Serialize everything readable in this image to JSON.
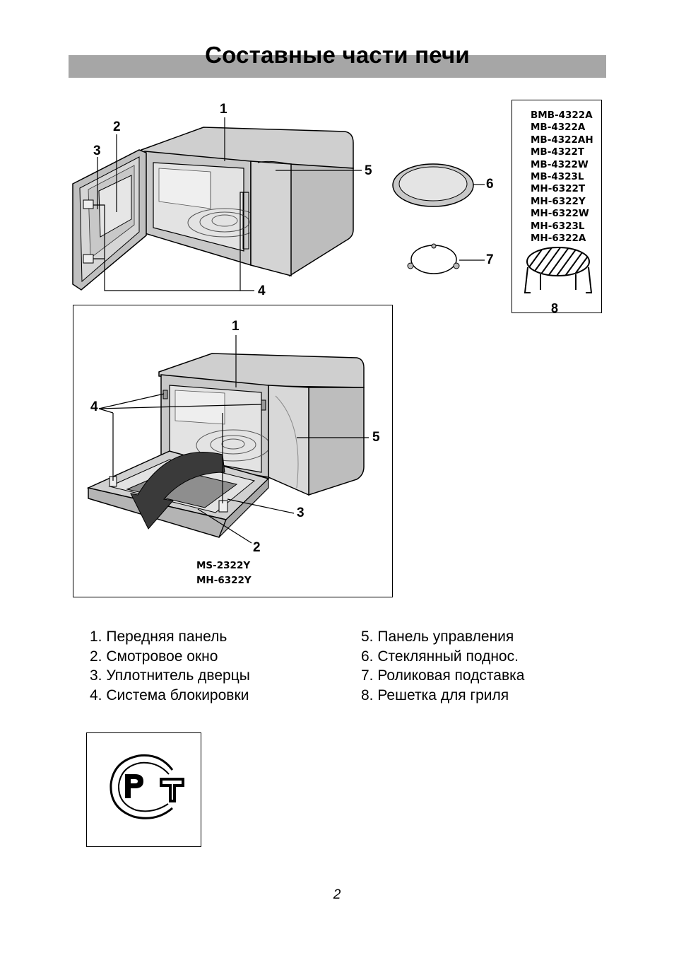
{
  "page": {
    "title": "Составные части печи",
    "page_number": "2"
  },
  "figure1": {
    "callouts": [
      "1",
      "2",
      "3",
      "4",
      "5",
      "6",
      "7"
    ]
  },
  "models_box": {
    "models": [
      "BMB-4322A",
      "MB-4322A",
      "MB-4322AH",
      "MB-4322T",
      "MB-4322W",
      "MB-4323L",
      "MH-6322T",
      "MH-6322Y",
      "MH-6322W",
      "MH-6323L",
      "MH-6322A"
    ],
    "callout": "8"
  },
  "figure2": {
    "callouts": [
      "1",
      "4",
      "5",
      "3",
      "2"
    ],
    "models": [
      "MS-2322Y",
      "MH-6322Y"
    ]
  },
  "legend": {
    "left": [
      "1. Передняя панель",
      "2. Смотровое окно",
      "3. Уплотнитель дверцы",
      "4. Система блокировки"
    ],
    "right": [
      "5. Панель управления",
      "6. Стеклянный поднос.",
      "7. Роликовая подставка",
      "8. Решетка для гриля"
    ]
  },
  "certification": {
    "mark_text": "РСТ"
  }
}
